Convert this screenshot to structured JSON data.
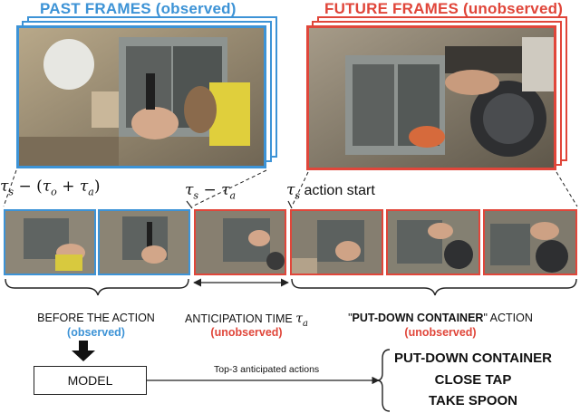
{
  "headers": {
    "past_main": "PAST FRAMES",
    "past_paren": "(observed)",
    "future_main": "FUTURE FRAMES",
    "future_paren": "(unobserved)"
  },
  "time_labels": {
    "tau_s": "τ",
    "tau_s_sub": "s",
    "minus": "−",
    "open_paren": "(",
    "close_paren": ")",
    "tau_o": "τ",
    "tau_o_sub": "o",
    "plus": "+",
    "tau_a": "τ",
    "tau_a_sub": "a",
    "action_start": "action start"
  },
  "segments": {
    "before_label": "BEFORE THE ACTION",
    "before_sub": "(observed)",
    "anticipation_label": "ANTICIPATION TIME",
    "anticipation_sub": "(unobserved)",
    "action_quote_open": "\"",
    "action_name": "PUT-DOWN CONTAINER",
    "action_quote_close": "\" ACTION",
    "action_sub": "(unobserved)"
  },
  "model": {
    "label": "MODEL",
    "arrow_label": "Top-3 anticipated actions"
  },
  "predictions": [
    "PUT-DOWN CONTAINER",
    "CLOSE TAP",
    "TAKE SPOON"
  ],
  "colors": {
    "observed": "#3d93d6",
    "unobserved": "#e0463a"
  }
}
